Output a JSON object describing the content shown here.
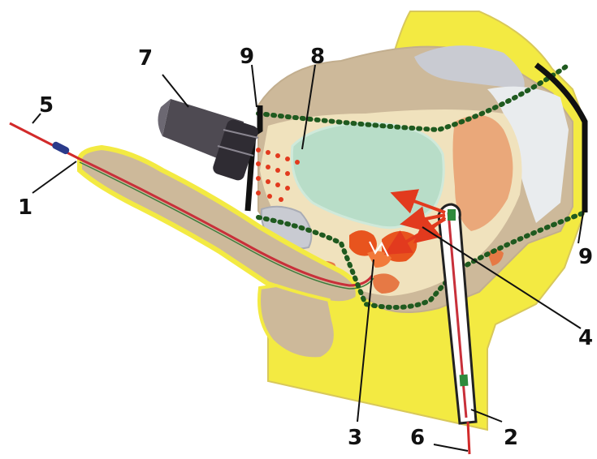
{
  "colors": {
    "body": "#f3ea42",
    "body_outline": "#d8c85a",
    "tissue": "#cdb99a",
    "pelvic_region": "#f0e2bd",
    "bladder": "#b8ddc8",
    "rectum": "#eaa87a",
    "back_tissue": "#e9ecee",
    "bone": "#c9cbd2",
    "prostate": "#e8541e",
    "arrows": "#e23a1e",
    "dotted_boundary": "#1f5a1f",
    "detector": "#111111",
    "camera": "#4e4a52",
    "catheter": "#c8303a",
    "probe_outline": "#222222"
  },
  "icons": {
    "1": "needle-tip-icon",
    "2": "rectal-probe-icon",
    "3": "prostate-marker-icon",
    "4": "radiation-arrow-icon",
    "5": "urethral-catheter-icon",
    "6": "probe-cable-icon",
    "7": "gamma-camera-icon",
    "8": "radiation-dots-icon",
    "9": "detector-plate-icon"
  },
  "labels": [
    {
      "id": "label-1",
      "text": "1"
    },
    {
      "id": "label-2",
      "text": "2"
    },
    {
      "id": "label-3",
      "text": "3"
    },
    {
      "id": "label-4",
      "text": "4"
    },
    {
      "id": "label-5",
      "text": "5"
    },
    {
      "id": "label-6",
      "text": "6"
    },
    {
      "id": "label-7",
      "text": "7"
    },
    {
      "id": "label-8",
      "text": "8"
    },
    {
      "id": "label-9-top",
      "text": "9"
    },
    {
      "id": "label-9-right",
      "text": "9"
    }
  ]
}
